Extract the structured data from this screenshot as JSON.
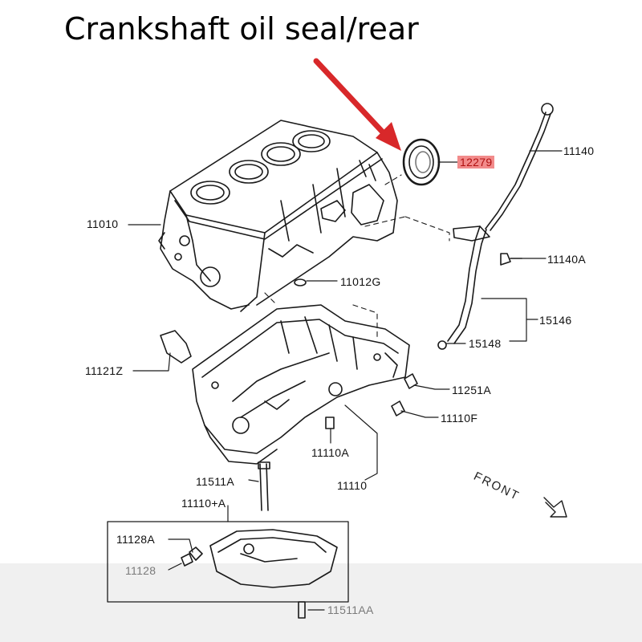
{
  "title": "Crankshaft oil seal/rear",
  "colors": {
    "accent": "#d8282a",
    "highlight_bg": "#f28b8b",
    "band": "#f0f0f0"
  },
  "parts": {
    "p12279": "12279",
    "p11140": "11140",
    "p11010": "11010",
    "p11140A": "11140A",
    "p11012G": "11012G",
    "p15146": "15146",
    "p15148": "15148",
    "p11121Z": "11121Z",
    "p11251A": "11251A",
    "p11110F": "11110F",
    "p11110A": "11110A",
    "p11110": "11110",
    "p11511A": "11511A",
    "p11110A_plus": "11110+A",
    "p11128A": "11128A",
    "p11128": "11128",
    "p11511AA": "11511AA"
  },
  "front": "FRONT"
}
